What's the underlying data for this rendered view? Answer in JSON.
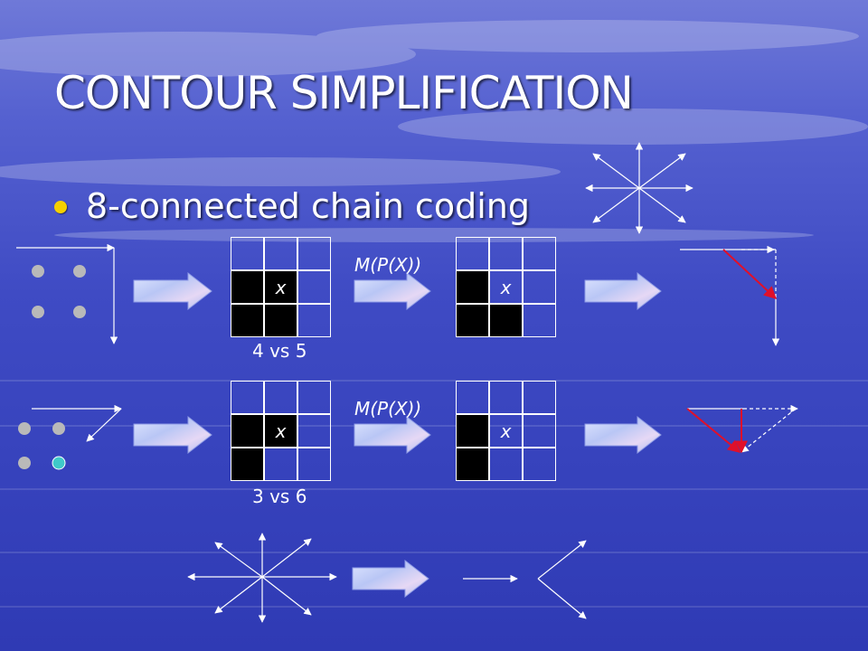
{
  "slide": {
    "title": "CONTOUR SIMPLIFICATION",
    "bullet": "8-connected chain coding",
    "row1": {
      "mapping_label": "M(P(X))",
      "compare_label": "4 vs 5",
      "cell_mark": "x"
    },
    "row2": {
      "mapping_label": "M(P(X))",
      "compare_label": "3 vs 6",
      "cell_mark": "x"
    }
  },
  "colors": {
    "background": "#3d49c2",
    "bullet": "#f5d000",
    "highlight_pixel": "#3fc9c9",
    "red_segment": "#e0102a"
  }
}
